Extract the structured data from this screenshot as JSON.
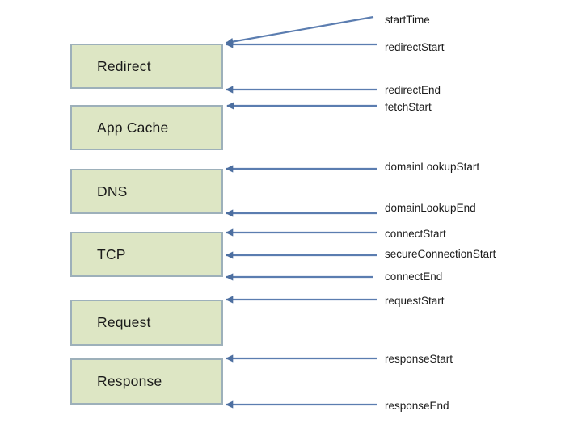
{
  "colors": {
    "background": "#ffffff",
    "box_fill": "#dde6c4",
    "box_border": "#9db0ba",
    "arrow": "#5b7db0",
    "arrow_head": "#4d6fa0",
    "text": "#1a1a1a"
  },
  "boxes": [
    {
      "label": "Redirect"
    },
    {
      "label": "App Cache"
    },
    {
      "label": "DNS"
    },
    {
      "label": "TCP"
    },
    {
      "label": "Request"
    },
    {
      "label": "Response"
    }
  ],
  "markers": [
    {
      "label": "startTime"
    },
    {
      "label": "redirectStart"
    },
    {
      "label": "redirectEnd"
    },
    {
      "label": "fetchStart"
    },
    {
      "label": "domainLookupStart"
    },
    {
      "label": "domainLookupEnd"
    },
    {
      "label": "connectStart"
    },
    {
      "label": "secureConnectionStart"
    },
    {
      "label": "connectEnd"
    },
    {
      "label": "requestStart"
    },
    {
      "label": "responseStart"
    },
    {
      "label": "responseEnd"
    }
  ]
}
